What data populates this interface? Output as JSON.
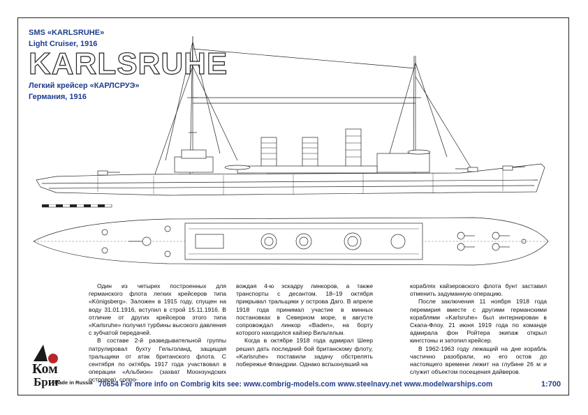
{
  "header": {
    "title_en": "SMS «KARLSRUHE»",
    "subtitle_en": "Light Cruiser, 1916",
    "big_name": "KARLSRUHE",
    "title_ru": "Легкий крейсер «КАРЛСРУЭ»",
    "subtitle_ru": "Германия, 1916"
  },
  "article": {
    "col1": [
      "Один из четырех построенных для германского флота легких крейсеров типа «Königsberg». Заложен в 1915 году, спущен на воду 31.01.1916, вступил в строй 15.11.1916. В отличие от других крейсеров этого типа «Karlsruhe» получил турбины высокого давления с зубчатой передачей.",
      "В составе 2-й разведывательной группы патрулировал бухту Гельголанд, защищая тральщики от атак британского флота. С сентября по октябрь 1917 года участвовал в операции «Альбион» (захват Моонзундских островов), сопро-"
    ],
    "col2": [
      "вождая 4-ю эскадру линкоров, а также транспорты с десантом. 18–19 октября прикрывал тральщики у острова Даго. В апреле 1918 года принимал участие в минных постановках в Северном море, в августе сопровождал линкор «Baden», на борту которого находился кайзер Вильгельм.",
      "Когда в октябре 1918 года адмирал Шеер решил дать последний бой британскому флоту, «Karlsruhe» поставили задачу обстрелять побережье Фландрии. Однако вспыхнувший на"
    ],
    "col3": [
      "кораблях кайзеровского флота бунт заставил отменить задуманную операцию.",
      "После заключения 11 ноября 1918 года перемирия вместе с другими германскими кораблями «Karlsruhe» был интернирован в Скапа-Флоу. 21 июня 1919 года по команде адмирала фон Ройтера экипаж открыл кингстоны и затопил крейсер.",
      "В 1962-1963 году лежащий на дне корабль частично разобрали, но его остов до настоящего времени лежит на глубине 26 м и служит объектом посещения дайверов."
    ]
  },
  "footer": {
    "text": "70654 For more info on Combrig kits see: www.combrig-models.com www.steelnavy.net www.modelwarships.com",
    "scale": "1:700"
  },
  "logo": {
    "line1": "Ком",
    "line2": "Бриг",
    "made": "Made in Russia"
  },
  "colors": {
    "accent": "#1d3b8f",
    "line": "#222222",
    "logo_red": "#b8262a"
  }
}
